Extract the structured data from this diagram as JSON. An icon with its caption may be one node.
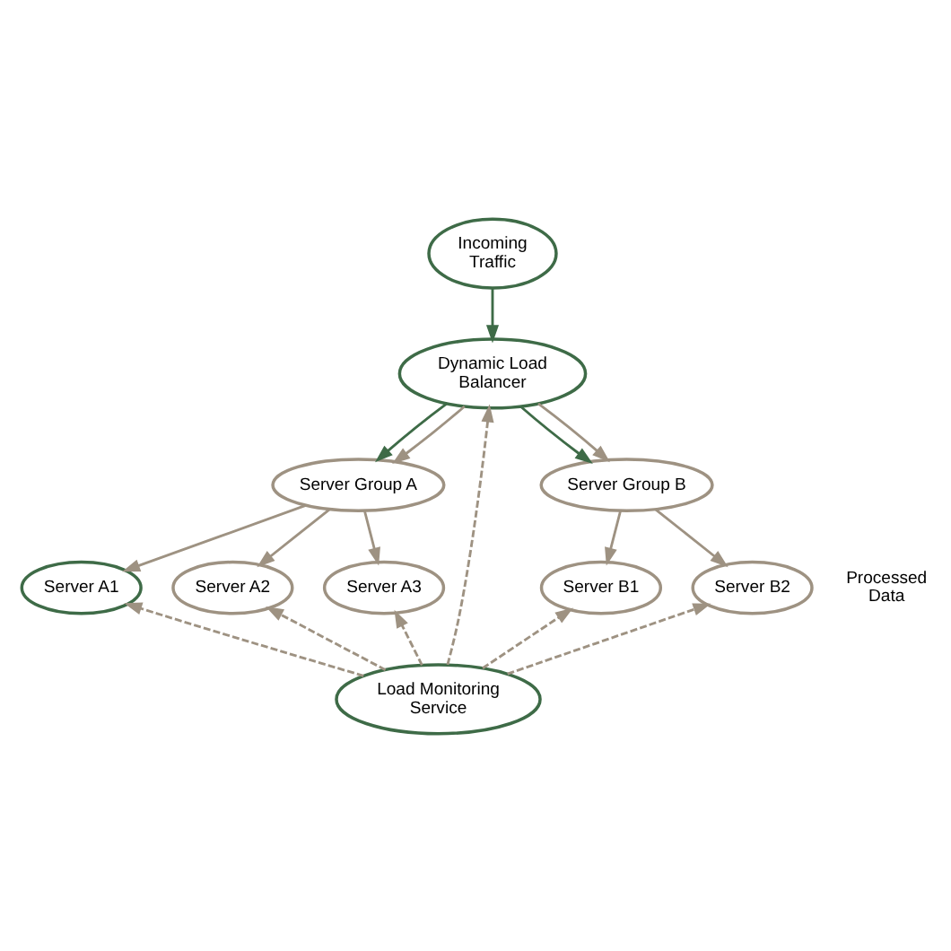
{
  "diagram": {
    "nodes": [
      {
        "text": [
          "Incoming Traffic"
        ]
      },
      {
        "text": [
          "Dynamic Load Balancer"
        ]
      },
      {
        "text": [
          "Server Group A"
        ]
      },
      {
        "text": [
          "Server Group B"
        ]
      },
      {
        "text": [
          "Server A1"
        ]
      },
      {
        "text": [
          "Server A2"
        ]
      },
      {
        "text": [
          "Server A3"
        ]
      },
      {
        "text": [
          "Server B1"
        ]
      },
      {
        "text": [
          "Server B2"
        ],
        "beside": [
          "Processed Data"
        ]
      },
      {
        "text": [
          "Load Monitoring Service"
        ]
      }
    ],
    "edges": [
      {
        "from": 0,
        "to": 1,
        "arrow": "to",
        "color": "#3e6b47"
      },
      {
        "from": 1,
        "to": 2,
        "arrow": "to",
        "color": "#3e6b47"
      },
      {
        "from": 1,
        "to": 2,
        "arrow": "to"
      },
      {
        "from": 1,
        "to": 3,
        "arrow": "to",
        "color": "#3e6b47"
      },
      {
        "from": 1,
        "to": 3,
        "arrow": "to"
      },
      {
        "from": 2,
        "to": 4,
        "arrow": "to"
      },
      {
        "from": 2,
        "to": 5,
        "arrow": "to"
      },
      {
        "from": 2,
        "to": 6,
        "arrow": "to"
      },
      {
        "from": 3,
        "to": 7,
        "arrow": "to"
      },
      {
        "from": 3,
        "to": 8,
        "arrow": "to"
      },
      {
        "from": 9,
        "to": 4,
        "arrow": "to",
        "style": "dashed"
      },
      {
        "from": 9,
        "to": 5,
        "arrow": "to",
        "style": "dashed"
      },
      {
        "from": 9,
        "to": 6,
        "arrow": "to",
        "style": "dashed"
      },
      {
        "from": 9,
        "to": 1,
        "arrow": "to",
        "style": "dashed"
      },
      {
        "from": 9,
        "to": 7,
        "arrow": "to",
        "style": "dashed"
      },
      {
        "from": 9,
        "to": 8,
        "arrow": "to",
        "style": "dashed"
      }
    ]
  }
}
